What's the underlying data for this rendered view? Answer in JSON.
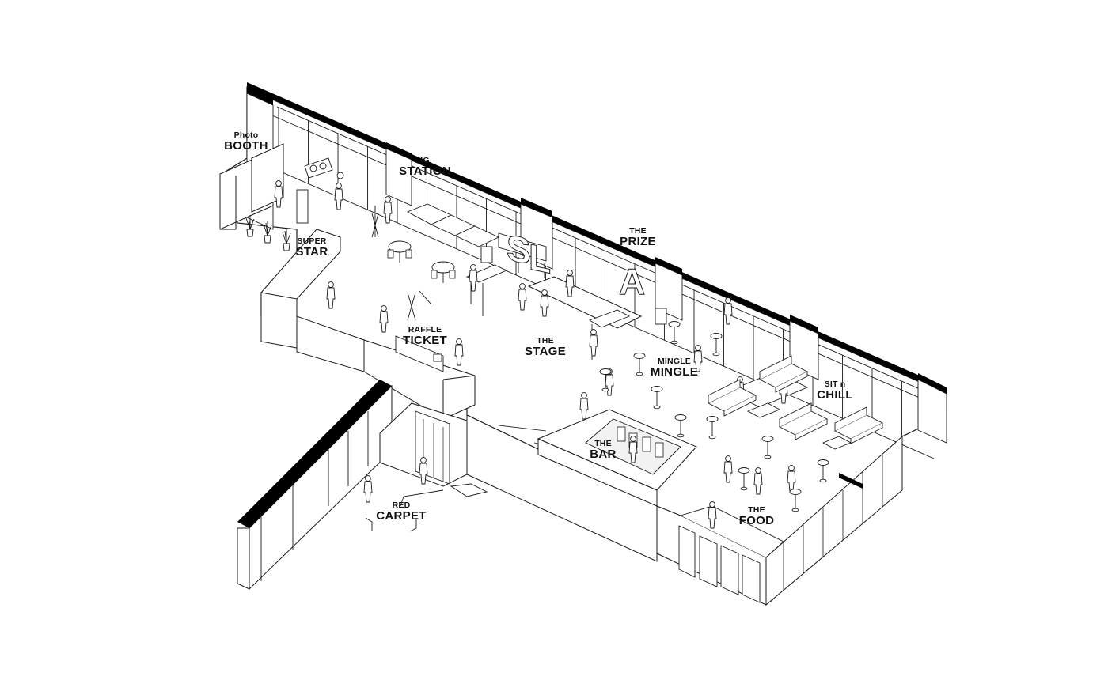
{
  "zones": {
    "photo_booth": {
      "small": "Photo",
      "big": "BOOTH"
    },
    "ig_station": {
      "small": "IG",
      "big": "STATION"
    },
    "super_star": {
      "small": "SUPER",
      "big": "STAR"
    },
    "the_prize": {
      "small": "THE",
      "big": "PRIZE"
    },
    "raffle_ticket": {
      "small": "RAFFLE",
      "big": "TICKET"
    },
    "the_stage": {
      "small": "THE",
      "big": "STAGE"
    },
    "mingle": {
      "small": "MINGLE",
      "big": "MINGLE"
    },
    "sit_n_chill": {
      "small": "SIT n",
      "big": "CHILL"
    },
    "the_bar": {
      "small": "THE",
      "big": "BAR"
    },
    "the_food": {
      "small": "THE",
      "big": "FOOD"
    },
    "red_carpet": {
      "small": "RED",
      "big": "CARPET"
    }
  },
  "stage_letters": {
    "s": "S",
    "l": "L",
    "a": "A"
  },
  "colors": {
    "line": "#1a1a1a",
    "fill": "#ffffff",
    "dark": "#000000",
    "window": "#f4f4f4"
  }
}
